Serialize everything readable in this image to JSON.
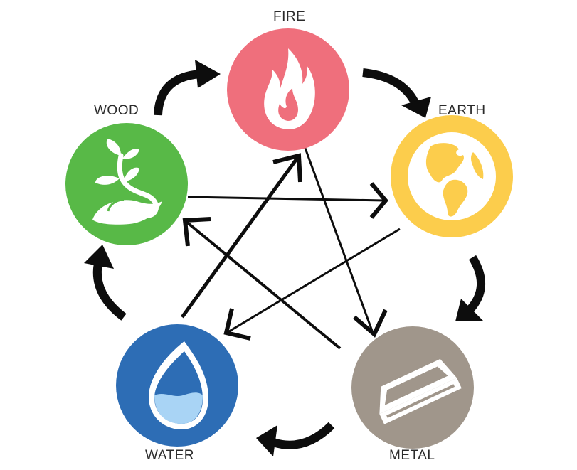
{
  "elements": [
    {
      "id": "fire",
      "label": "FIRE",
      "color": "#ef6f7c",
      "icon": "flame-icon"
    },
    {
      "id": "earth",
      "label": "EARTH",
      "color": "#fccd4c",
      "icon": "globe-icon"
    },
    {
      "id": "metal",
      "label": "METAL",
      "color": "#a0968b",
      "icon": "metal-ingot-icon"
    },
    {
      "id": "water",
      "label": "WATER",
      "color": "#2d6db5",
      "icon": "water-drop-icon"
    },
    {
      "id": "wood",
      "label": "WOOD",
      "color": "#58b947",
      "icon": "sprout-icon"
    }
  ],
  "generating_cycle": [
    {
      "from": "wood",
      "to": "fire"
    },
    {
      "from": "fire",
      "to": "earth"
    },
    {
      "from": "earth",
      "to": "metal"
    },
    {
      "from": "metal",
      "to": "water"
    },
    {
      "from": "water",
      "to": "wood"
    }
  ],
  "controlling_cycle": [
    {
      "from": "wood",
      "to": "earth"
    },
    {
      "from": "earth",
      "to": "water"
    },
    {
      "from": "water",
      "to": "fire"
    },
    {
      "from": "fire",
      "to": "metal"
    },
    {
      "from": "metal",
      "to": "wood"
    }
  ],
  "colors": {
    "arrow": "#0d0d0d",
    "icon": "#ffffff",
    "text": "#2b2b2b"
  }
}
